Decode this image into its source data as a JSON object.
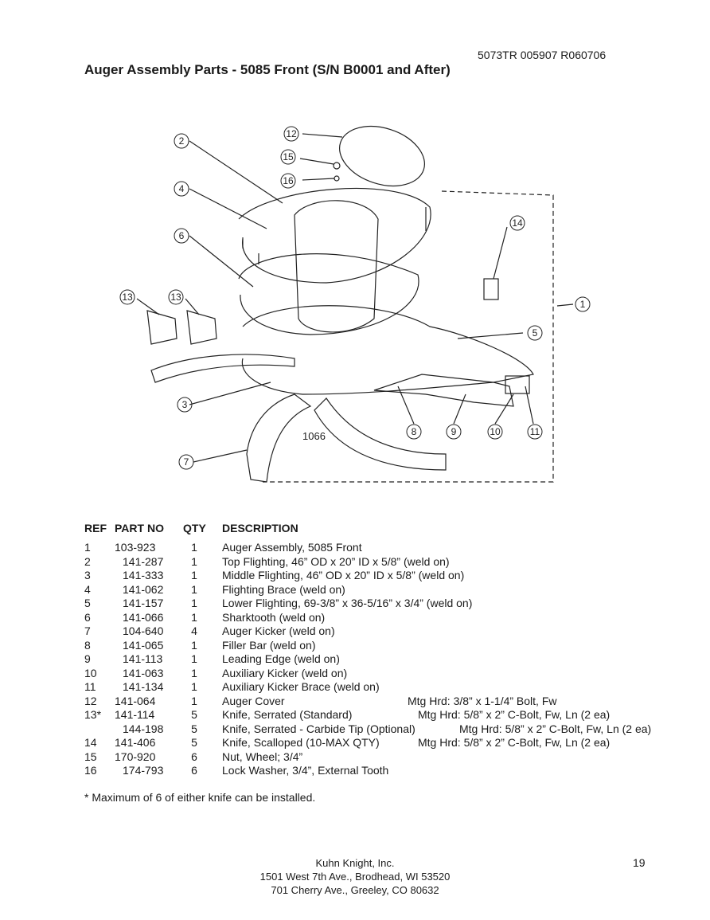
{
  "header": {
    "doc_code": "5073TR 005907 R060706",
    "title": "Auger Assembly Parts - 5085 Front (S/N B0001 and After)"
  },
  "diagram": {
    "drawing_number": "1066",
    "callouts": [
      "1",
      "2",
      "3",
      "4",
      "5",
      "6",
      "7",
      "8",
      "9",
      "10",
      "11",
      "12",
      "13",
      "13",
      "14",
      "15",
      "16"
    ]
  },
  "table": {
    "headers": {
      "ref": "REF",
      "part": "PART NO",
      "qty": "QTY",
      "desc": "DESCRIPTION"
    },
    "rows": [
      {
        "ref": "1",
        "part": "103-923",
        "qty": "1",
        "desc": "Auger Assembly, 5085 Front",
        "mtg": ""
      },
      {
        "ref": "2",
        "part": "141-287",
        "qty": "1",
        "desc": "Top Flighting, 46” OD x 20” ID x 5/8” (weld on)",
        "mtg": ""
      },
      {
        "ref": "3",
        "part": "141-333",
        "qty": "1",
        "desc": "Middle Flighting, 46” OD x 20” ID x 5/8” (weld on)",
        "mtg": ""
      },
      {
        "ref": "4",
        "part": "141-062",
        "qty": "1",
        "desc": "Flighting Brace (weld on)",
        "mtg": ""
      },
      {
        "ref": "5",
        "part": "141-157",
        "qty": "1",
        "desc": "Lower Flighting, 69-3/8” x 36-5/16” x 3/4”  (weld on)",
        "mtg": ""
      },
      {
        "ref": "6",
        "part": "141-066",
        "qty": "1",
        "desc": "Sharktooth (weld on)",
        "mtg": ""
      },
      {
        "ref": "7",
        "part": "104-640",
        "qty": "4",
        "desc": "Auger Kicker (weld on)",
        "mtg": ""
      },
      {
        "ref": "8",
        "part": "141-065",
        "qty": "1",
        "desc": "Filler Bar (weld on)",
        "mtg": ""
      },
      {
        "ref": "9",
        "part": "141-113",
        "qty": "1",
        "desc": "Leading Edge (weld on)",
        "mtg": ""
      },
      {
        "ref": "10",
        "part": "141-063",
        "qty": "1",
        "desc": "Auxiliary Kicker (weld on)",
        "mtg": ""
      },
      {
        "ref": "11",
        "part": "141-134",
        "qty": "1",
        "desc": "Auxiliary Kicker Brace (weld on)",
        "mtg": ""
      },
      {
        "ref": "12",
        "part": "141-064",
        "qty": "1",
        "desc": "Auger Cover",
        "mtg": "Mtg Hrd: 3/8” x 1-1/4” Bolt, Fw"
      },
      {
        "ref": "13*",
        "part": "141-114",
        "qty": "5",
        "desc": "Knife, Serrated (Standard)",
        "mtg": "Mtg Hrd: 5/8” x 2” C-Bolt, Fw, Ln (2 ea)"
      },
      {
        "ref": "",
        "part": "144-198",
        "qty": "5",
        "desc": "Knife, Serrated - Carbide Tip (Optional)",
        "mtg": "Mtg Hrd: 5/8” x 2” C-Bolt, Fw, Ln (2 ea)"
      },
      {
        "ref": "14",
        "part": "141-406",
        "qty": "5",
        "desc": "Knife, Scalloped (10-MAX QTY)",
        "mtg": "Mtg Hrd: 5/8” x 2” C-Bolt, Fw, Ln (2 ea)"
      },
      {
        "ref": "15",
        "part": "170-920",
        "qty": "6",
        "desc": "Nut, Wheel; 3/4”",
        "mtg": ""
      },
      {
        "ref": "16",
        "part": "174-793",
        "qty": "6",
        "desc": "Lock Washer, 3/4”, External Tooth",
        "mtg": ""
      }
    ]
  },
  "footnote": "* Maximum of 6 of either knife can be installed.",
  "footer": {
    "company": "Kuhn Knight, Inc.",
    "address1": "1501 West 7th Ave., Brodhead, WI 53520",
    "address2": "701 Cherry Ave.,  Greeley, CO 80632",
    "page_number": "19"
  }
}
